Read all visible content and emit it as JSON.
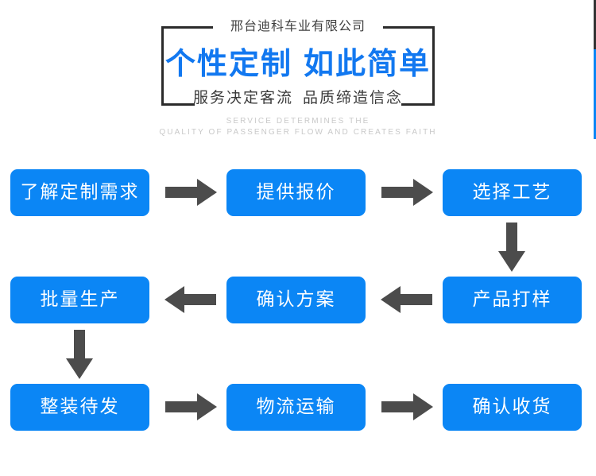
{
  "header": {
    "company_name": "邢台迪科车业有限公司",
    "headline_left": "个性定制",
    "headline_right": "如此简单",
    "subtitle_left": "服务决定客流",
    "subtitle_right": "品质缔造信念",
    "english_line_1": "SERVICE DETERMINES THE",
    "english_line_2": "QUALITY OF PASSENGER FLOW AND CREATES FAITH"
  },
  "colors": {
    "accent_blue": "#0b86f5",
    "headline_blue": "#1278f0",
    "arrow_gray": "#4c4c4c",
    "frame_dark": "#2b2b2b",
    "english_gray": "#c9c9c9"
  },
  "flow": {
    "rows": [
      {
        "direction": "right",
        "nodes": [
          "了解定制需求",
          "提供报价",
          "选择工艺"
        ]
      },
      {
        "direction": "left",
        "nodes": [
          "批量生产",
          "确认方案",
          "产品打样"
        ]
      },
      {
        "direction": "right",
        "nodes": [
          "整装待发",
          "物流运输",
          "确认收货"
        ]
      }
    ],
    "connectors": {
      "row1_to_row2": "down-arrow-right-column",
      "row2_to_row3": "down-arrow-left-column"
    },
    "sequence": [
      "了解定制需求",
      "提供报价",
      "选择工艺",
      "产品打样",
      "确认方案",
      "批量生产",
      "整装待发",
      "物流运输",
      "确认收货"
    ]
  }
}
